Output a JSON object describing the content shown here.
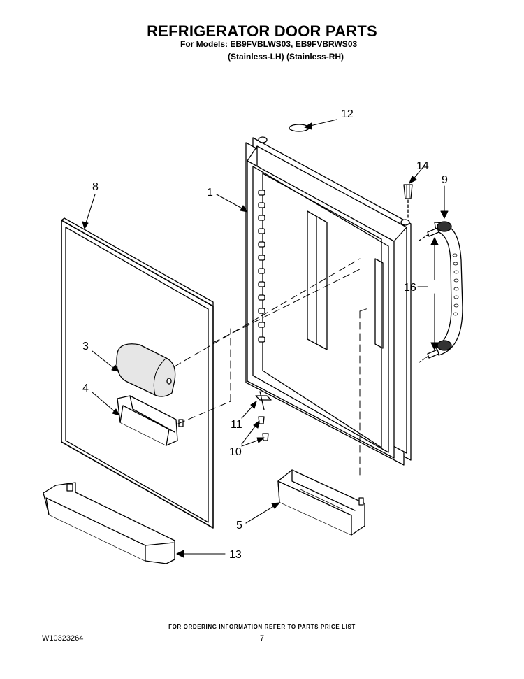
{
  "header": {
    "title": "REFRIGERATOR DOOR PARTS",
    "models": "For Models: EB9FVBLWS03, EB9FVBRWS03",
    "variants": "(Stainless-LH)    (Stainless-RH)"
  },
  "callouts": {
    "door_frame": "1",
    "dispenser_cover": "3",
    "bin_bracket": "4",
    "door_bin_right": "5",
    "door_panel": "8",
    "handle": "9",
    "screws": "10",
    "hinge_pin": "11",
    "hole_plug": "12",
    "door_bin_left": "13",
    "hinge_bushing": "14",
    "handle_screws": "16"
  },
  "footer": {
    "ordering_note": "FOR ORDERING INFORMATION REFER TO PARTS PRICE LIST",
    "document_number": "W10323264",
    "page_number": "7"
  }
}
